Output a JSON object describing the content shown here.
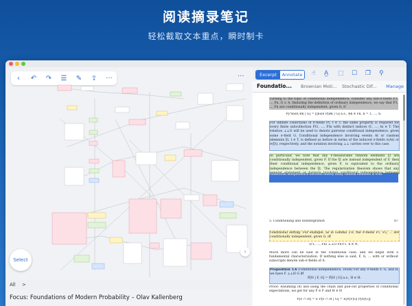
{
  "hero": {
    "title": "阅读摘录笔记",
    "subtitle": "轻松截取文本重点，瞬时制卡"
  },
  "colors": {
    "accent": "#2d6fd6",
    "traffic_red": "#ee5e56",
    "traffic_yellow": "#f5bd2e",
    "traffic_green": "#5fc73e"
  },
  "left_toolbar": {
    "icons": [
      "back-icon",
      "undo-icon",
      "redo-icon",
      "list-icon",
      "edit-icon",
      "share-icon",
      "more-icon"
    ]
  },
  "mindmap": {
    "select_label": "Select",
    "expand_icon": "chevron-right-icon"
  },
  "pathbar": {
    "root": "All",
    "separator": ">"
  },
  "focus": {
    "text": "Focus:  Foundations of Modern Probability – Olav Kallenberg"
  },
  "reader": {
    "segment_excerpt": "Excerpt",
    "segment_annotate": "Annotate",
    "tool_icons": [
      "hand-icon",
      "text-select-icon",
      "box-select-icon",
      "square-icon",
      "pages-icon",
      "search-icon"
    ],
    "tabs": [
      "Foundatio...",
      "Brownian Moti...",
      "Stochastic Dif..."
    ],
    "manage_label": "Manage",
    "section_heading": "5. Conditioning and Disintegration",
    "page_number": "87",
    "proposition_label": "Proposition 5.6",
    "paragraphs": [
      "Turning to the topic of conditional independence, consider any sub-σ-fields F1, ..., Fn, G ⊂ A. Imitating the definition of ordinary independence, we say that F1, ..., Fn are conditionally independent, given G, if",
      "P[∩k≤n Bk | G] = ∏k≤n P[Bk | G] a.s., Bk ∈ Fk, k = 1, ..., n.",
      "For infinite collections of σ-fields Ft, t ∈ T, the same property is required for every finite subcollection Ft1, ..., Ftn with distinct indices t1, ..., tn ∈ T. The relation ⊥⊥G will be used to denote pairwise conditional independence, given some σ-field G. Conditional independence involving events At or random elements ξt, t ∈ T, is defined as before in terms of the induced σ-fields σ(At) or σ(ξt), respectively, and the notation involving ⊥⊥ carries over to this case.",
      "In particular, we note that any F-measurable random elements ξt are conditionally independent, given F. If the ξt are instead independent of F, then their conditional independence, given F, is equivalent to the ordinary independence between the ξt. The regularization theorem shows that any general statement or formula involving conditional independence between finitely many random elements is true. Read more results from it.",
      "conditional setting. For example, as in Lemma 2.6, the σ-fields F1, F2, ... are conditionally independent, given G, iff",
      "(F1, ..., Fn) ⊥⊥G Fn+1,   n ∈ N.",
      "Much more can be said in the conditional case, and we begin with a fundamental characterization. If nothing else is said, F, G, ... with or without subscripts denote sub-σ-fields of A.",
      "(conditional independence, Doob) For any σ-fields F, G, and H, we have F ⊥⊥H G iff",
      "P[H | F, G] = P[H | G] a.s.,  H ∈ H.",
      "Proof: Assuming (8) and using the chain and pull-out properties of conditional expectations, we get for any F ∈ F and H ∈ H",
      "P[F ∩ H] = E P[F ∩ H | G] = E[P[F|G] P[H|G]]"
    ]
  }
}
